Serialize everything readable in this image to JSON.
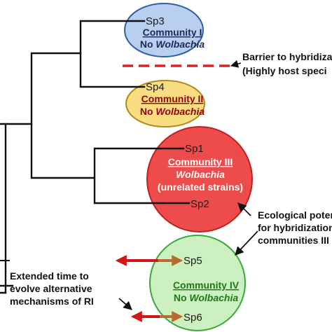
{
  "colors": {
    "tree": "#111111",
    "community_i_fill": "#b8cff0",
    "community_i_stroke": "#2e5ea8",
    "community_ii_fill": "#f9dd82",
    "community_ii_stroke": "#b08a1a",
    "community_iii_fill": "#ee4b4b",
    "community_iii_stroke": "#c02020",
    "community_iv_fill": "#ccf0bf",
    "community_iv_stroke": "#38a838",
    "label_dark": "#1b2a55",
    "label_red": "#9a0000",
    "label_white": "#ffffff",
    "label_green": "#1a7a1a",
    "barrier": "#e02020",
    "arrow_red": "#d01818",
    "arrow_brown": "#b86a30"
  },
  "species": {
    "sp1": "Sp1",
    "sp2": "Sp2",
    "sp3": "Sp3",
    "sp4": "Sp4",
    "sp5": "Sp5",
    "sp6": "Sp6"
  },
  "communities": {
    "i": {
      "name": "Community I",
      "status_prefix": "No ",
      "status_word": "Wolbachia"
    },
    "ii": {
      "name": "Community II",
      "status_prefix": "No ",
      "status_word": "Wolbachia"
    },
    "iii": {
      "name": "Community III",
      "status_word": "Wolbachia",
      "strains": "(unrelated strains)"
    },
    "iv": {
      "name": "Community IV",
      "status_prefix": "No ",
      "status_word": "Wolbachia"
    }
  },
  "annotations": {
    "barrier_line1": "Barrier to hybridizat",
    "barrier_line2": "(Highly host speci",
    "eco_line1": "Ecological poter",
    "eco_line2": "for hybridization",
    "eco_line3": "communities III",
    "time_line1": "Extended time to",
    "time_line2": "evolve alternative",
    "time_line3": "mechanisms of RI"
  }
}
